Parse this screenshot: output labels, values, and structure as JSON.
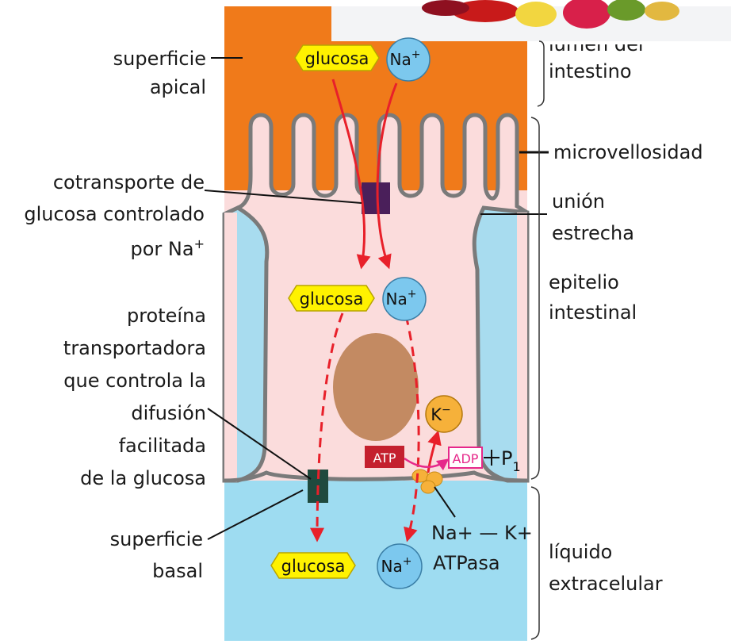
{
  "labels_left": {
    "apical": [
      "superficie",
      "apical"
    ],
    "cotransport": [
      "cotransporte de",
      "glucosa controlado",
      "por Na"
    ],
    "cotransport_sup": "+",
    "protein": [
      "proteína",
      "transportadora",
      "que controla la",
      "difusión",
      "facilitada",
      "de la glucosa"
    ],
    "basal": [
      "superficie",
      "basal"
    ]
  },
  "labels_right": {
    "lumen": [
      "lumen del",
      "intestino"
    ],
    "microvilli": "microvellosidad",
    "tight_junction": [
      "unión",
      "estrecha"
    ],
    "epithelium": [
      "epitelio",
      "intestinal"
    ],
    "extracellular": [
      "líquido",
      "extracelular"
    ],
    "pump": [
      "Na+ — K+",
      "ATPasa"
    ]
  },
  "molecules": {
    "glucose": "glucosa",
    "sodium": "Na",
    "sodium_sup": "+",
    "potassium": "K",
    "potassium_sup": "−",
    "atp": "ATP",
    "adp": "ADP",
    "phosphate": "P",
    "phosphate_sub": "1"
  },
  "colors": {
    "lumen": "#f07a1a",
    "cell": "#fbdcdc",
    "interstitial": "#a8dcef",
    "extracellular": "#9edcf1",
    "membrane": "#7a7a7a",
    "arrow": "#e8202a",
    "glucose": "#fff200",
    "sodium": "#7cc8ee",
    "potassium": "#f6b13a",
    "cotransporter": "#4a1f5a",
    "glucose_transporter": "#1f4a3e",
    "nucleus": "#c38a62",
    "atp": "#c4202e",
    "adp": "#e6288a"
  }
}
